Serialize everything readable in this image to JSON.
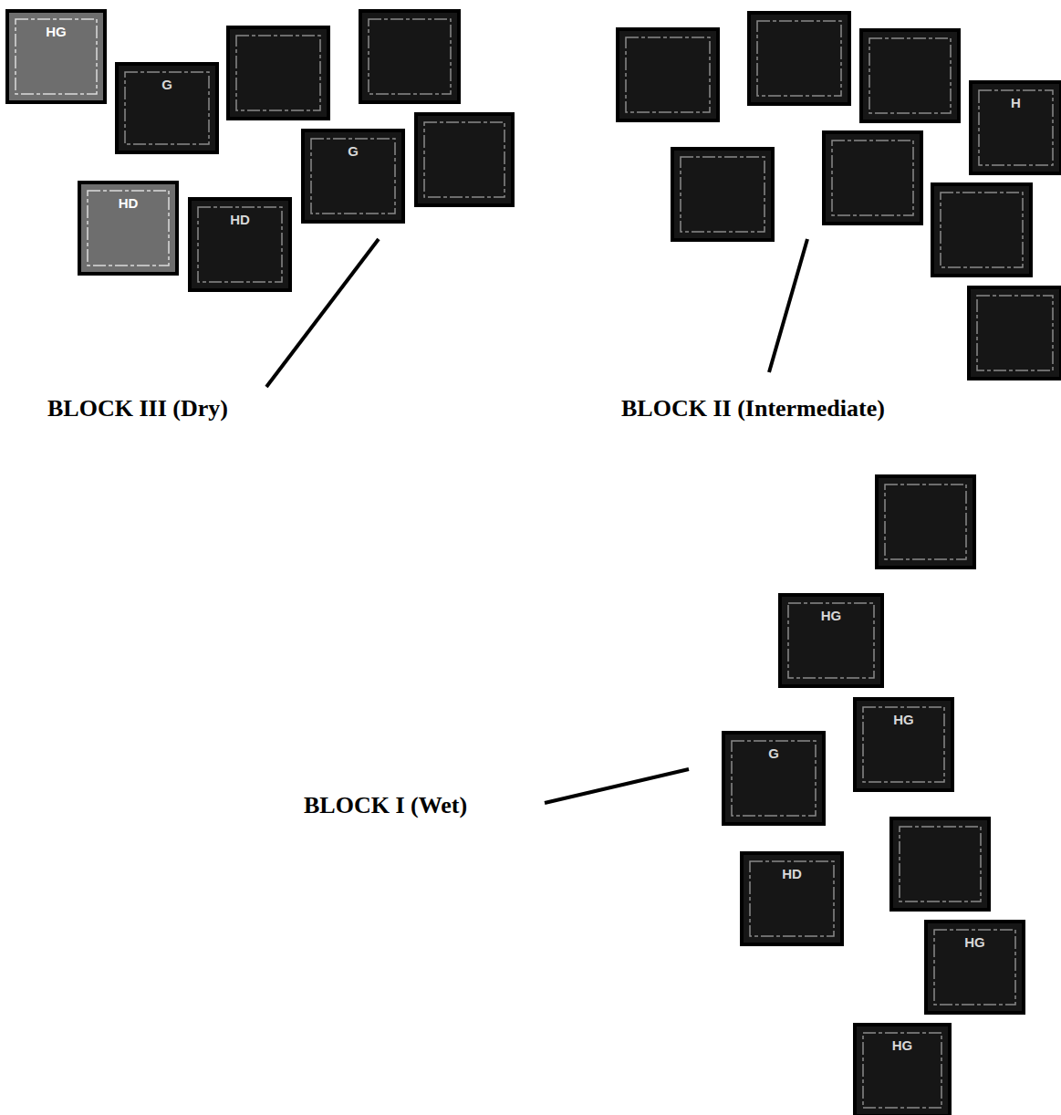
{
  "diagram": {
    "nodes": [
      {
        "text": [
          "HG"
        ]
      },
      {
        "text": [
          "G"
        ]
      },
      {
        "text": [
          "G"
        ]
      },
      {
        "text": [
          "HD"
        ]
      },
      {
        "text": [
          "HD"
        ]
      },
      {
        "text": [
          "H"
        ]
      },
      {
        "text": [
          "HG"
        ]
      },
      {
        "text": [
          "HG"
        ]
      },
      {
        "text": [
          "G"
        ]
      },
      {
        "text": [
          "HD"
        ]
      },
      {
        "text": [
          "HG"
        ]
      },
      {
        "text": [
          "HG"
        ]
      }
    ],
    "labels": [
      "BLOCK III (Dry)",
      "BLOCK II (Intermediate)",
      "BLOCK I (Wet)"
    ]
  }
}
